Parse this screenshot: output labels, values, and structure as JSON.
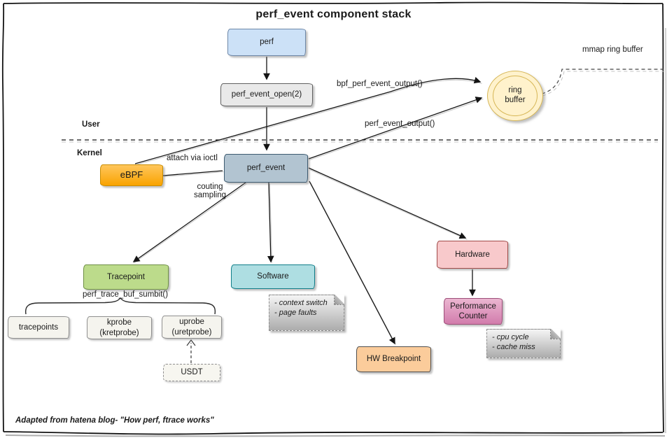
{
  "title": "perf_event component stack",
  "regions": {
    "user_label": "User",
    "kernel_label": "Kernel"
  },
  "nodes": {
    "perf": {
      "label": "perf"
    },
    "perf_event_open": {
      "label": "perf_event_open(2)"
    },
    "ring_buffer": {
      "label": "ring\nbuffer"
    },
    "ebpf": {
      "label": "eBPF"
    },
    "perf_event": {
      "label": "perf_event"
    },
    "tracepoint": {
      "label": "Tracepoint"
    },
    "software": {
      "label": "Software"
    },
    "hardware": {
      "label": "Hardware"
    },
    "performance_counter": {
      "label": "Performance\nCounter"
    },
    "hw_breakpoint": {
      "label": "HW Breakpoint"
    },
    "tracepoints": {
      "label": "tracepoints"
    },
    "kprobe": {
      "label": "kprobe\n(kretprobe)"
    },
    "uprobe": {
      "label": "uprobe\n(uretprobe)"
    },
    "usdt": {
      "label": "USDT"
    }
  },
  "edge_labels": {
    "bpf_output": "bpf_perf_event_output()",
    "perf_output": "perf_event_output()",
    "mmap": "mmap ring buffer",
    "attach": "attach via ioctl",
    "modes": "couting\nsampling",
    "trace_submit": "perf_trace_buf_sumbit()"
  },
  "notes": {
    "software_note": "- context switch\n- page faults",
    "hardware_note": "- cpu cycle\n- cache miss"
  },
  "footer": "Adapted from hatena blog- \"How perf, ftrace works\"",
  "colors": {
    "perf_fill": "#CCE1F7",
    "perf_event_open_fill": "#E9E9E9",
    "ring_buffer_fill": "#FFF2CC",
    "ring_buffer_border": "#D6B656",
    "ebpf_fill": "#F9A300",
    "perf_event_fill": "#B2C4D1",
    "tracepoint_fill": "#BCDB8B",
    "software_fill": "#AEDEE2",
    "hardware_fill": "#F8C9CB",
    "performance_counter_fill": "#D27CAC",
    "hw_breakpoint_fill": "#FBCC9B",
    "child_box_fill": "#F5F4EE",
    "note_fill": "#CFCFCF"
  }
}
